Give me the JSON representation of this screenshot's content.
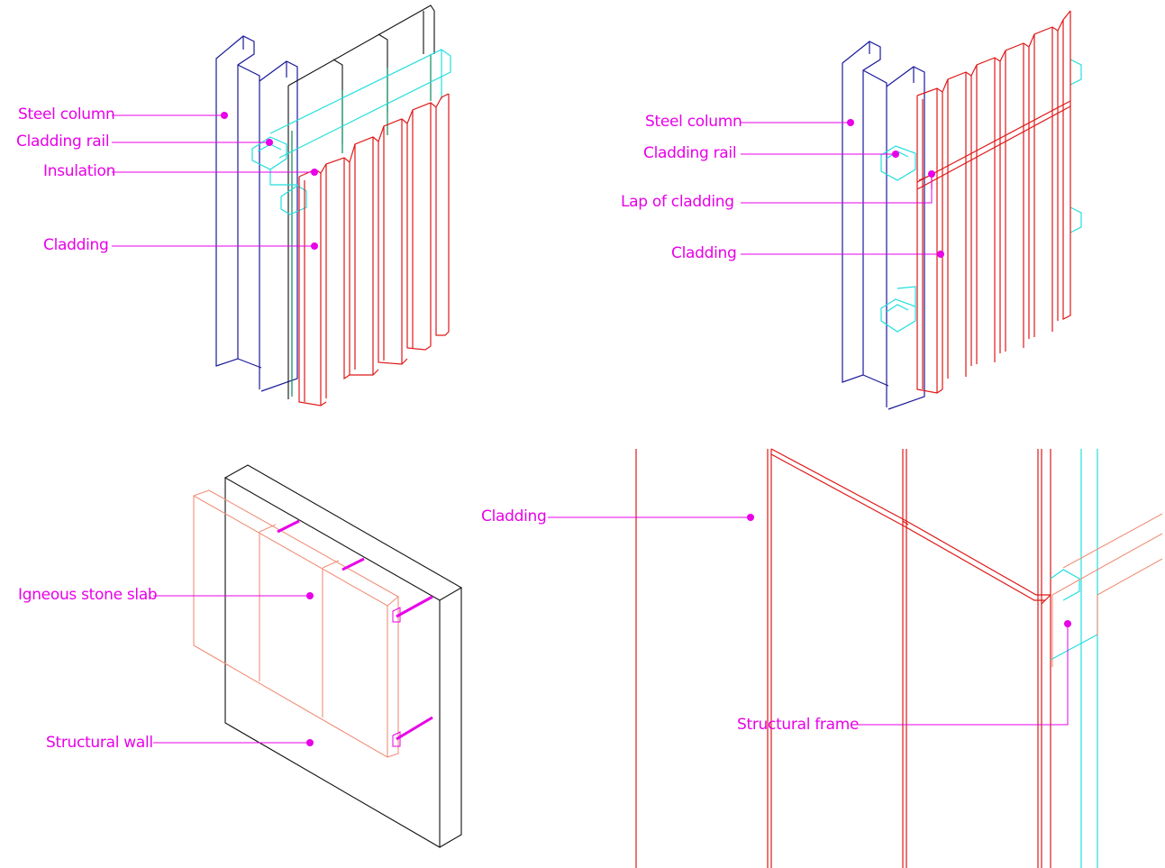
{
  "panels": {
    "top_left": {
      "labels": [
        "Steel column",
        "Cladding rail",
        "Insulation",
        "Cladding"
      ]
    },
    "top_right": {
      "labels": [
        "Steel column",
        "Cladding rail",
        "Lap of cladding",
        "Cladding"
      ]
    },
    "bottom_left": {
      "labels": [
        "Igneous stone slab",
        "Structural wall"
      ]
    },
    "bottom_right": {
      "labels": [
        "Cladding",
        "Structural frame"
      ]
    }
  },
  "colors": {
    "annotation": "#e800e8",
    "steel_column": "#1a1a9a",
    "cladding": "#e01818",
    "cladding_rail": "#22dede",
    "insulation": "#0a8a5a",
    "stone_slab": "#f0907a",
    "structural_wall": "#111111"
  }
}
